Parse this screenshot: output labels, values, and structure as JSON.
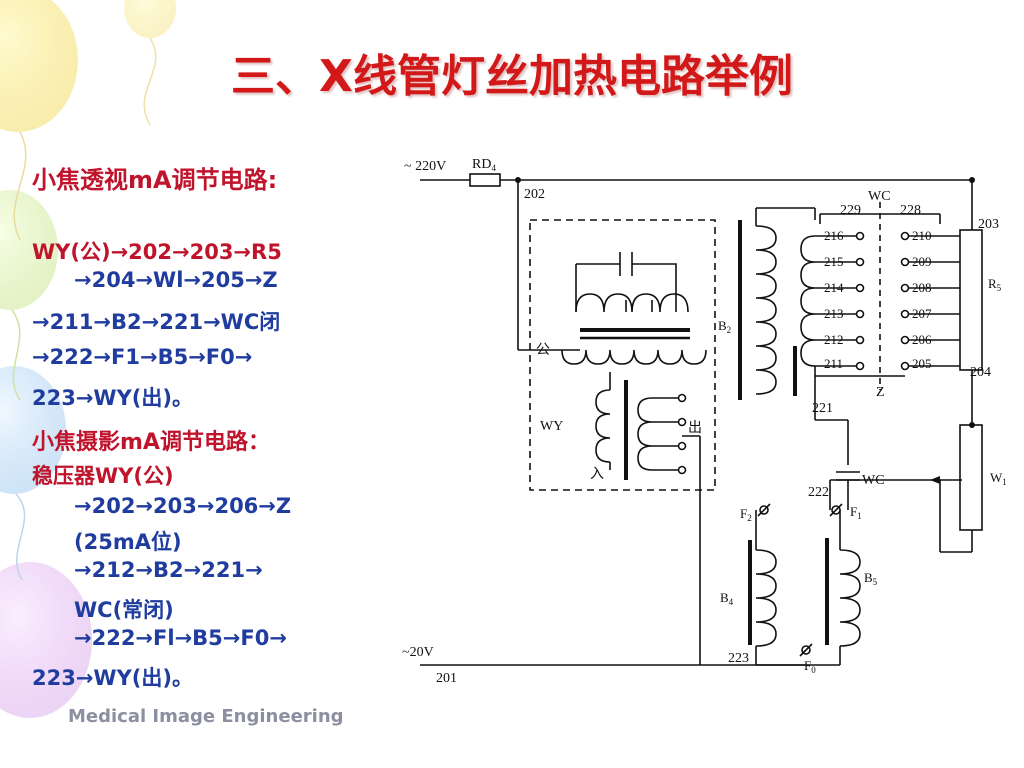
{
  "slide": {
    "title": "三、X线管灯丝加热电路举例",
    "footer": "Medical Image  Engineering"
  },
  "fluoro": {
    "heading": "小焦透视mA调节电路:",
    "line1": "WY(公)→202→203→R5",
    "line2": "→204→Wl→205→Z",
    "line3": "→211→B2→221→WC闭",
    "line4": "→222→F1→B5→F0→",
    "line5": "223→WY(出)。"
  },
  "radio": {
    "heading": "小焦摄影mA调节电路：",
    "line1": "稳压器WY(公)",
    "line2": "→202→203→206→Z",
    "line3": "(25mA位)",
    "line4": "→212→B2→221→",
    "line5": "WC(常闭)",
    "line6": "→222→Fl→B5→F0→",
    "line7": "223→WY(出)。"
  },
  "circuit": {
    "labels": {
      "v220": "~ 220V",
      "rd4": "RD",
      "rd4_sub": "4",
      "n202": "202",
      "wc_top": "WC",
      "n229": "229",
      "n228": "228",
      "n203": "203",
      "n216": "216",
      "n215": "215",
      "n214": "214",
      "n213": "213",
      "n212": "212",
      "n211": "211",
      "n210": "210",
      "n209": "209",
      "n208": "208",
      "n207": "207",
      "n206": "206",
      "n205": "205",
      "r5": "R",
      "r5_sub": "5",
      "b2": "B",
      "b2_sub": "2",
      "gong": "公",
      "n204": "204",
      "z": "Z",
      "n221": "221",
      "wy": "WY",
      "chu": "出",
      "ru": "入",
      "wc_mid": "WC",
      "n222": "222",
      "w1": "W",
      "w1_sub": "1",
      "f2": "F",
      "f2_sub": "2",
      "f1": "F",
      "f1_sub": "1",
      "b4": "B",
      "b4_sub": "4",
      "b5": "B",
      "b5_sub": "5",
      "v20": "~20V",
      "n201": "201",
      "n223": "223",
      "f0": "F",
      "f0_sub": "0"
    }
  },
  "colors": {
    "title": "#d21818",
    "red_text": "#c0142d",
    "blue_text": "#1f3c9e",
    "footer": "#8b8fa0"
  }
}
